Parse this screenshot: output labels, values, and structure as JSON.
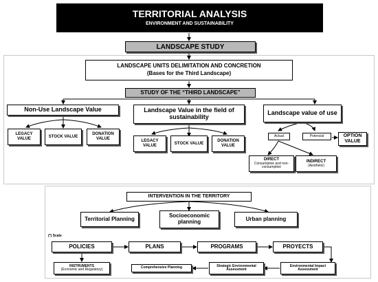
{
  "header": {
    "title": "TERRITORIAL ANALYSIS",
    "subtitle": "ENVIRONMENT AND SUSTAINABILITY"
  },
  "landscape_study": "LANDSCAPE STUDY",
  "units": {
    "line1": "LANDSCAPE UNITS DELIMITATION AND CONCRETION",
    "line2": "(Bases for the Third Landscape)"
  },
  "third_landscape": "STUDY OF THE “THIRD LANDSCAPE”",
  "non_use": {
    "title": "Non-Use Landscape Value",
    "items": [
      "LEGACY VALUE",
      "STOCK VALUE",
      "DONATION VALUE"
    ]
  },
  "sustainability": {
    "title": "Landscape Value in the field of sustainability",
    "items": [
      "LEGACY VALUE",
      "STOCK VALUE",
      "DONATION VALUE"
    ]
  },
  "use": {
    "title": "Landscape value of use",
    "actual": "Actual",
    "potencial": "Potencial",
    "option": "OPTION VALUE",
    "direct": {
      "title": "DIRECT",
      "detail": "Consumptive and non-consumptive"
    },
    "indirect": {
      "title": "INDIRECT",
      "detail": "(Aesthetic)"
    }
  },
  "intervention": {
    "title": "INTERVENTION IN THE TERRITORY",
    "planning": [
      "Territorial Planning",
      "Socioeconomic planning",
      "Urban planning"
    ]
  },
  "scale_note": "(*) Scale",
  "flow": [
    "POLICIES",
    "PLANS",
    "PROGRAMS",
    "PROYECTS"
  ],
  "instruments": {
    "title": "INSTRUMENTS",
    "detail": "(Economic and Regulatory)"
  },
  "assessments": [
    "Comprehensive Planning",
    "Strategic Environmental Assessment",
    "Environmental Impact Assessment"
  ]
}
